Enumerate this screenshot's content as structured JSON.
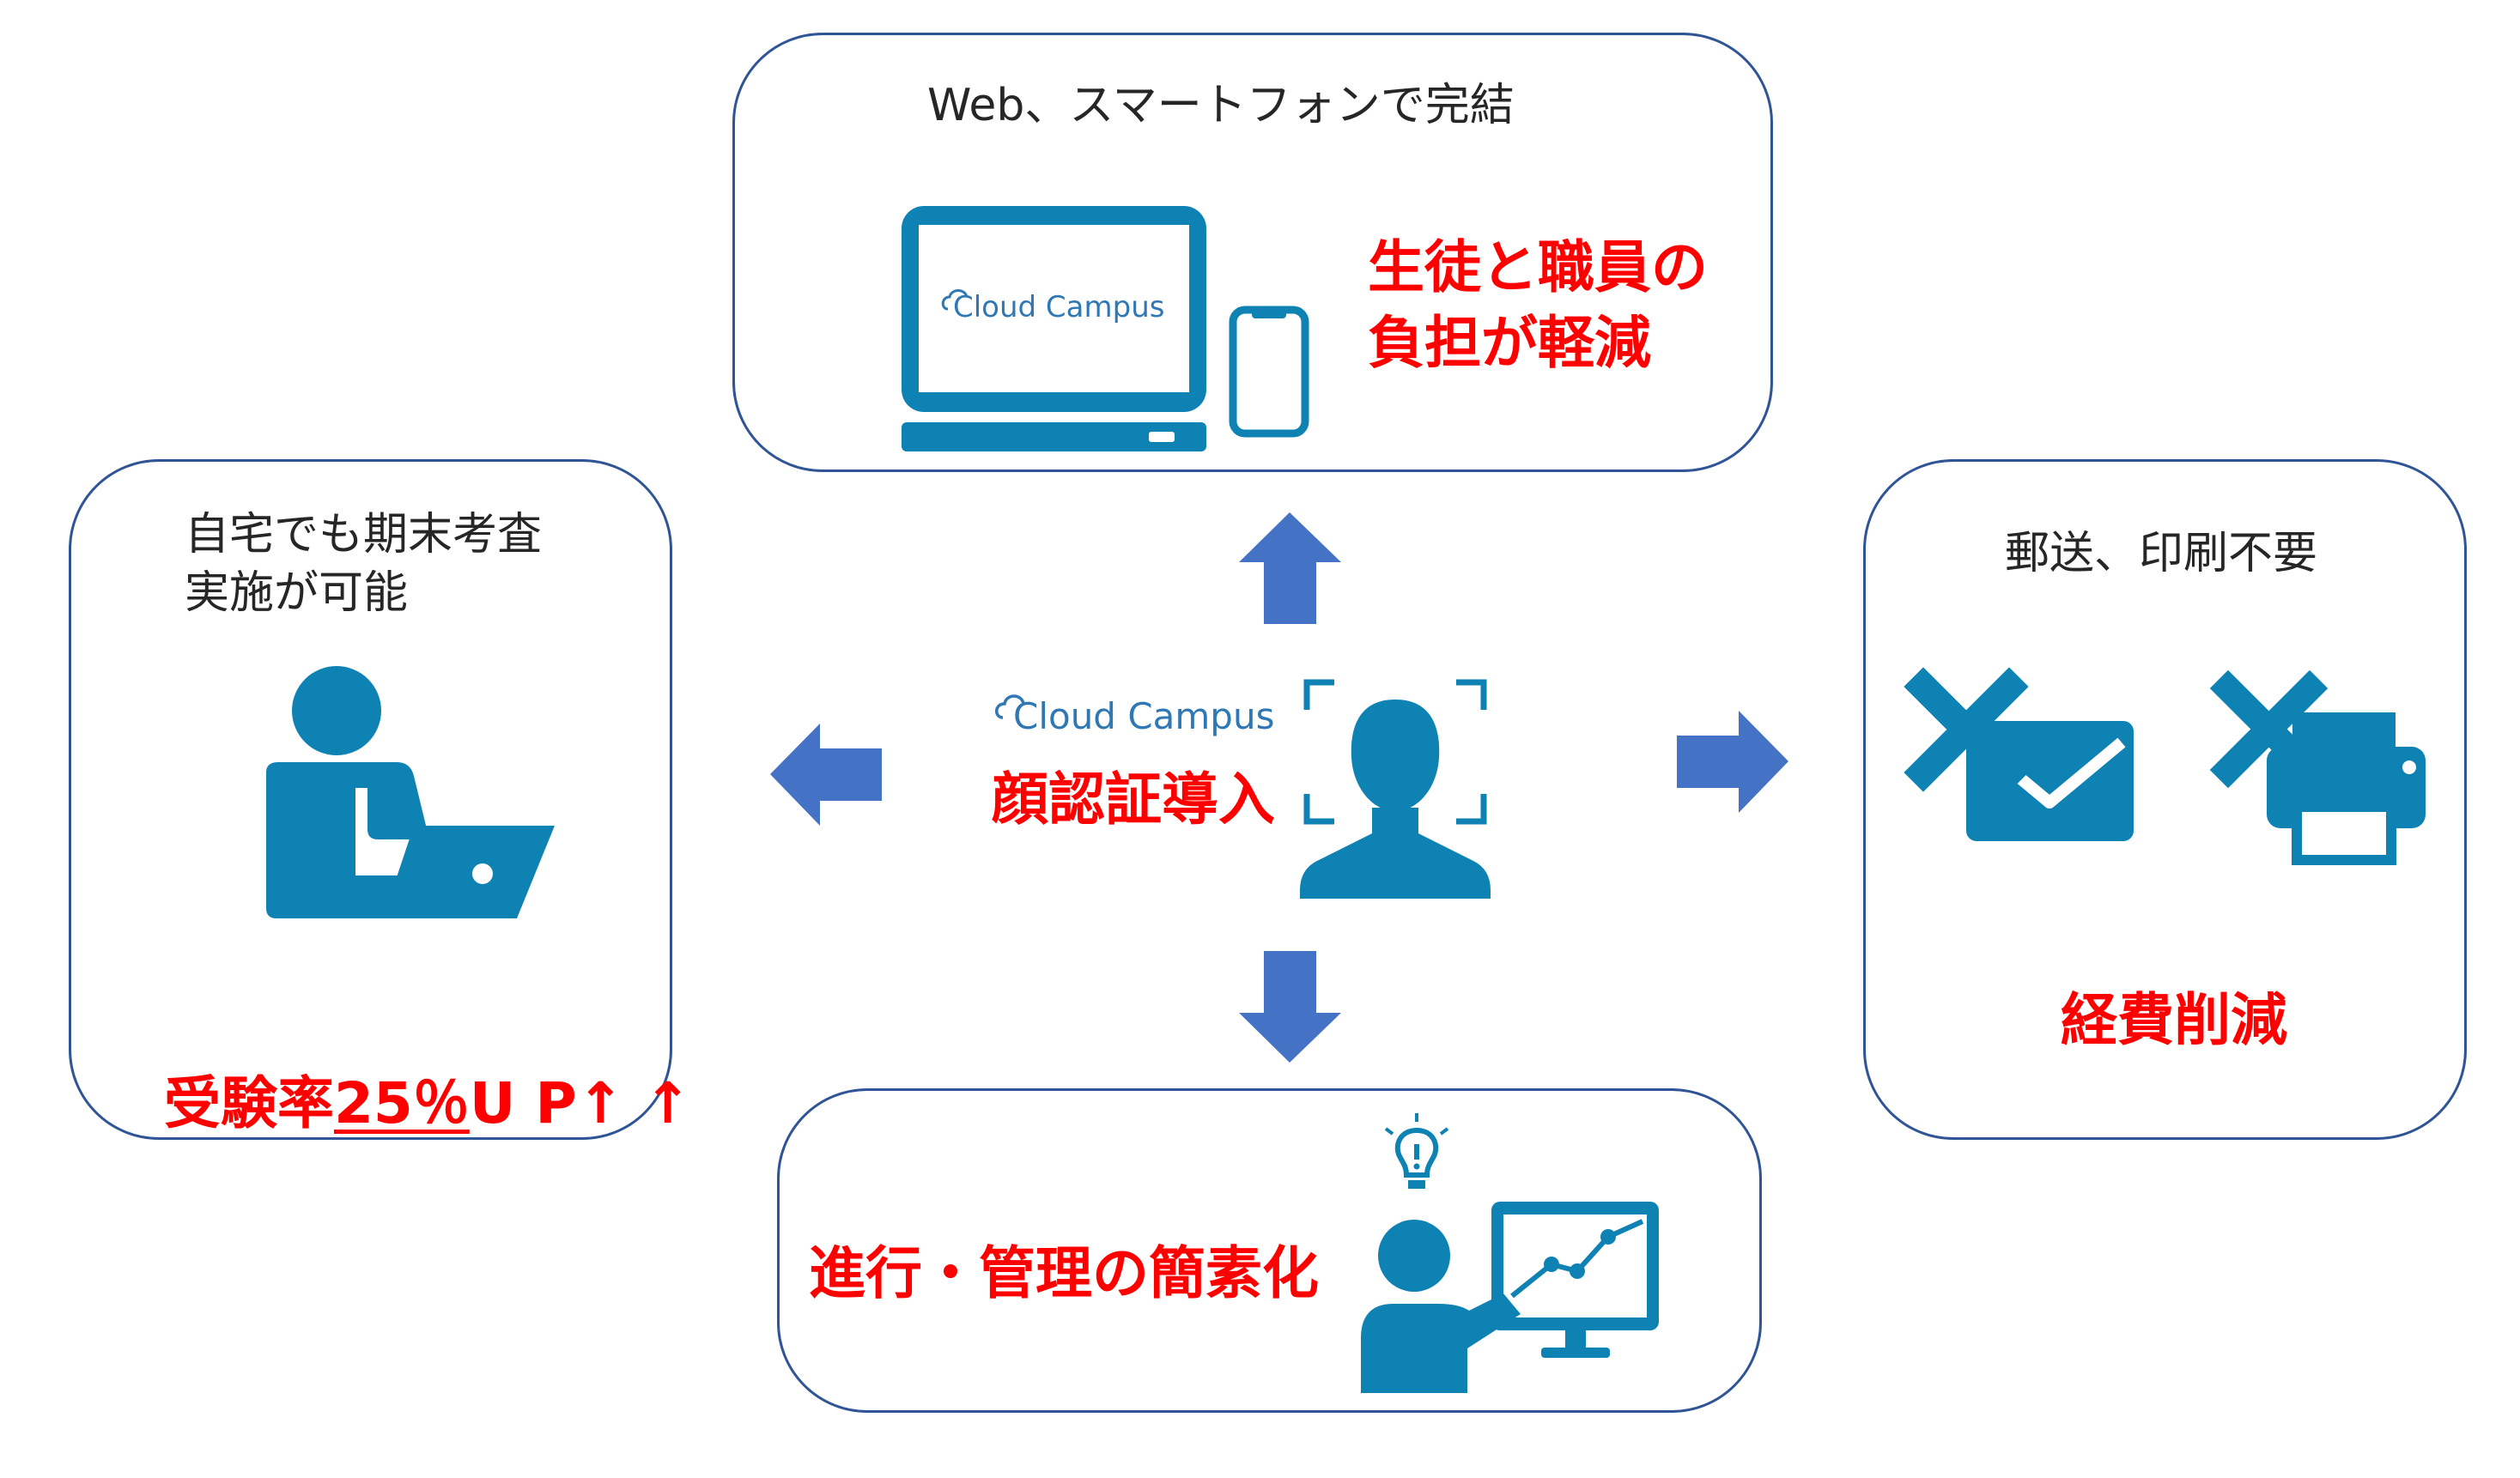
{
  "top": {
    "caption": "Web、スマートフォンで完結",
    "screen_logo": "Cloud Campus",
    "benefit_line1": "生徒と職員の",
    "benefit_line2": "負担が軽減"
  },
  "left": {
    "caption_line1": "自宅でも期末考査",
    "caption_line2": "実施が可能",
    "benefit_part1": "受験率",
    "benefit_part2": "25％",
    "benefit_part3": "U P↑ ↑"
  },
  "center": {
    "logo": "Cloud Campus",
    "title": "顔認証導入"
  },
  "right": {
    "caption": "郵送、印刷不要",
    "benefit": "経費削減"
  },
  "bottom": {
    "benefit": "進行・管理の簡素化"
  },
  "colors": {
    "icon": "#0f82b4",
    "arrow": "#4472c4",
    "border": "#2f5597",
    "highlight": "#ff0000"
  }
}
